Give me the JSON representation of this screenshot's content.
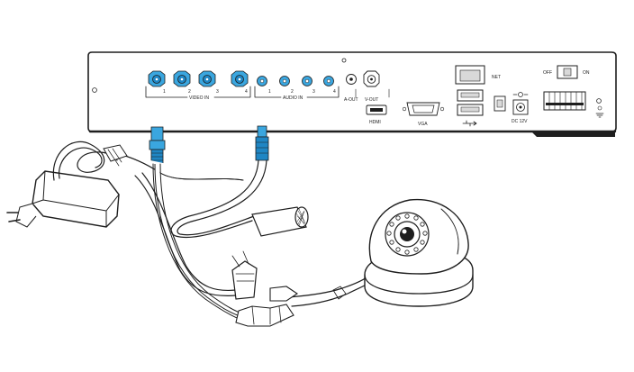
{
  "video_in": {
    "label": "VIDEO IN",
    "channels": [
      "1",
      "2",
      "3",
      "4"
    ]
  },
  "audio_in": {
    "label": "AUDIO IN",
    "channels": [
      "1",
      "2",
      "3",
      "4"
    ]
  },
  "a_out": {
    "label": "A-OUT"
  },
  "v_out": {
    "label": "V-OUT"
  },
  "hdmi": {
    "label": "HDMI"
  },
  "vga": {
    "label": "VGA"
  },
  "net": {
    "label": "NET"
  },
  "usb": {
    "label": "⭠⭢"
  },
  "dc_power": {
    "label": "DC 12V"
  },
  "power_switch": {
    "off_label": "OFF",
    "on_label": "ON"
  },
  "colors": {
    "connector_blue": "#3aa6df",
    "outline": "#1e1e1e",
    "fill": "#ffffff"
  }
}
